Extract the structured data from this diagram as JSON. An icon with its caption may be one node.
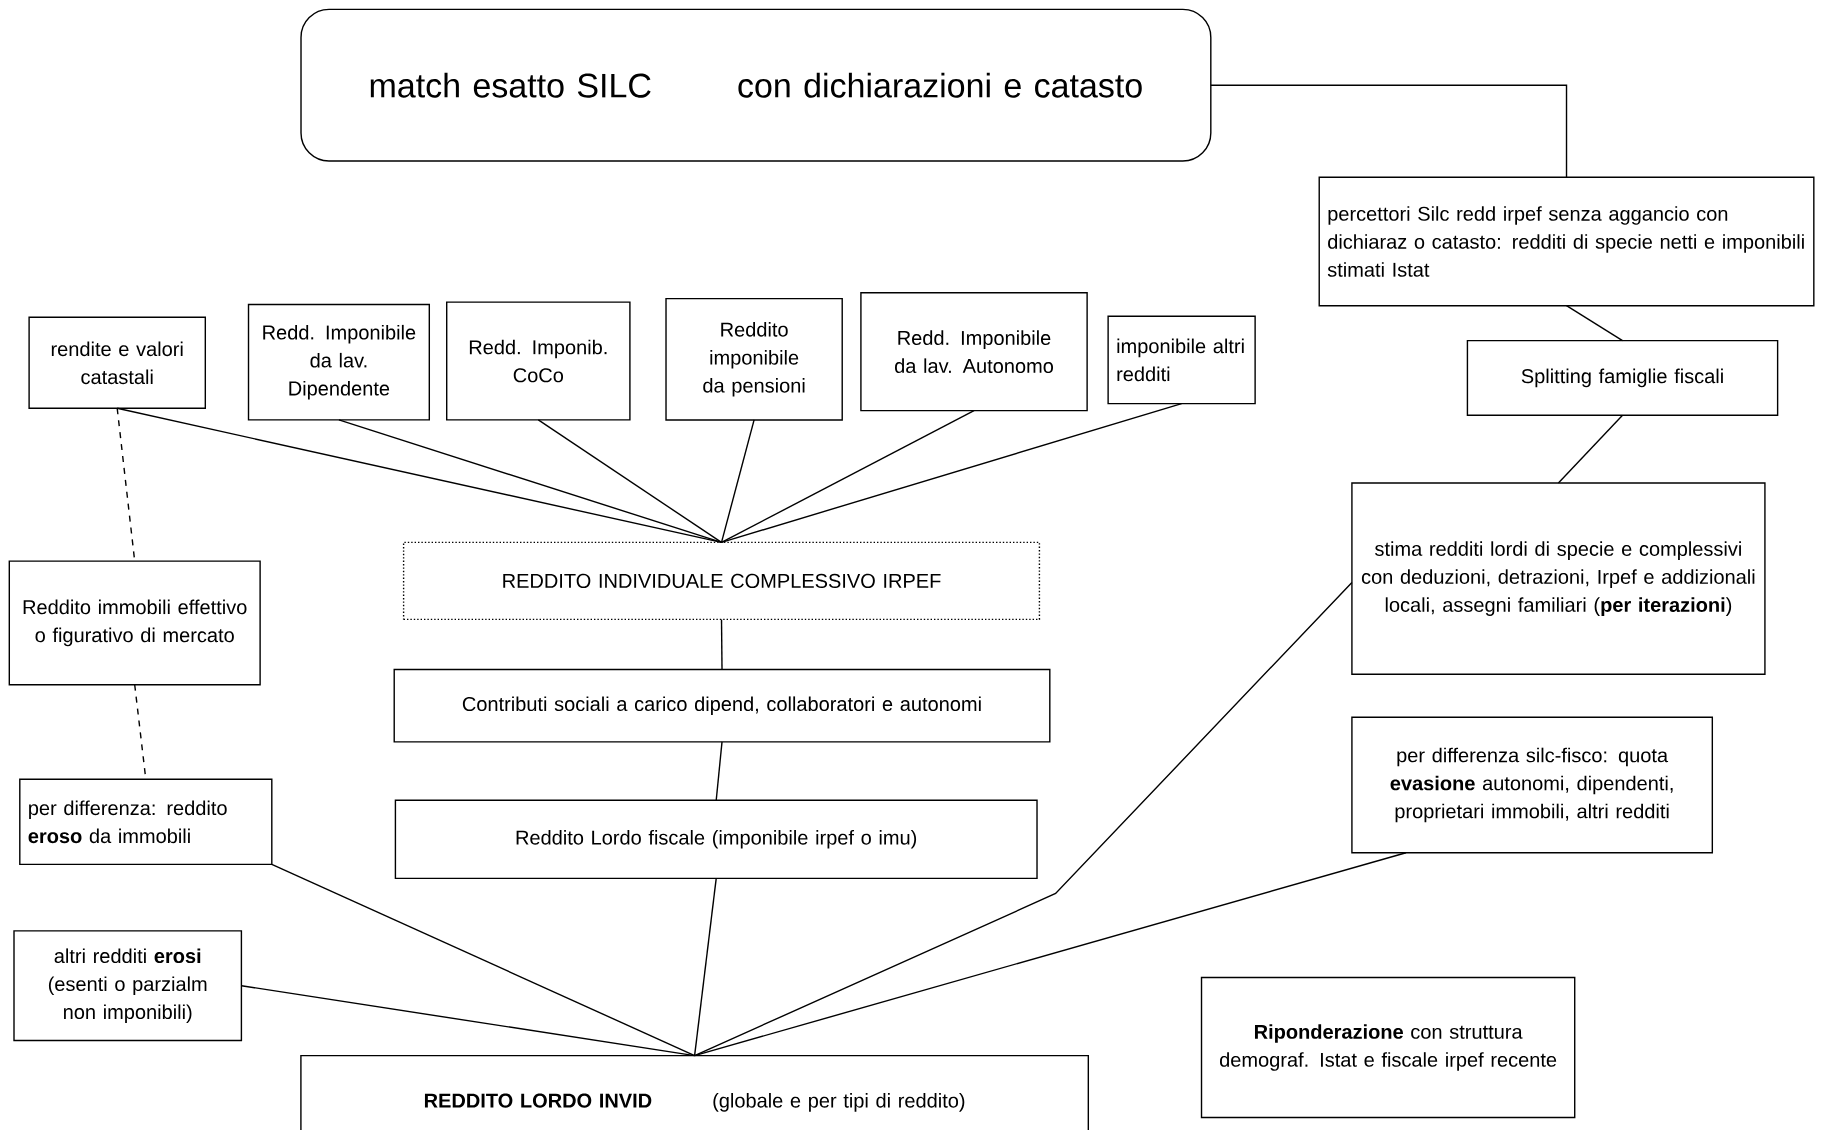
{
  "diagram": {
    "nodes": [
      {
        "text": [
          "match esatto SILC",
          "con dichiarazioni e catasto"
        ]
      },
      {
        "text": [
          "percettori Silc redd irpef senza aggancio con dichiaraz o catasto: redditi di specie netti e imponibili stimati Istat"
        ]
      },
      {
        "text": [
          "Splitting famiglie fiscali"
        ]
      },
      {
        "text": [
          "stima redditi lordi di specie e complessivi con deduzioni, detrazioni, Irpef e addizionali locali, assegni familiari (**per iterazioni**)"
        ]
      },
      {
        "text": [
          "rendite e valori catastali"
        ]
      },
      {
        "text": [
          "Redd. Imponibile da lav. Dipendente"
        ]
      },
      {
        "text": [
          "Redd. Imponib. CoCo"
        ]
      },
      {
        "text": [
          "Reddito imponibile da pensioni"
        ]
      },
      {
        "text": [
          "Redd. Imponibile da lav. Autonomo"
        ]
      },
      {
        "text": [
          "imponibile altri redditi"
        ]
      },
      {
        "text": [
          "REDDITO INDIVIDUALE COMPLESSIVO IRPEF"
        ]
      },
      {
        "text": [
          "Reddito immobili effettivo o figurativo di mercato"
        ]
      },
      {
        "text": [
          "Contributi sociali a carico dipend, collaboratori e autonomi"
        ]
      },
      {
        "text": [
          "per differenza: reddito **eroso** da immobili"
        ]
      },
      {
        "text": [
          "Reddito Lordo fiscale (imponibile irpef o imu)"
        ]
      },
      {
        "text": [
          "per differenza silc-fisco: quota **evasione** autonomi, dipendenti, proprietari immobili, altri redditi"
        ]
      },
      {
        "text": [
          "altri redditi **erosi** (esenti o parzialm non imponibili)"
        ]
      },
      {
        "text": [
          "**Riponderazione** con struttura demograf. Istat e fiscale irpef recente"
        ]
      },
      {
        "text": [
          "REDDITO LORDO INVID",
          "(globale e per tipi di reddito)"
        ]
      }
    ],
    "edges": [
      {
        "from": 0,
        "to": 1,
        "arrow": "none"
      },
      {
        "from": 1,
        "to": 2,
        "arrow": "none"
      },
      {
        "from": 2,
        "to": 3,
        "arrow": "none"
      },
      {
        "from": 4,
        "to": 10,
        "arrow": "none"
      },
      {
        "from": 5,
        "to": 10,
        "arrow": "none"
      },
      {
        "from": 6,
        "to": 10,
        "arrow": "none"
      },
      {
        "from": 7,
        "to": 10,
        "arrow": "none"
      },
      {
        "from": 8,
        "to": 10,
        "arrow": "none"
      },
      {
        "from": 9,
        "to": 10,
        "arrow": "none"
      },
      {
        "from": 10,
        "to": 12,
        "arrow": "none"
      },
      {
        "from": 12,
        "to": 14,
        "arrow": "none"
      },
      {
        "from": 4,
        "to": 11,
        "arrow": "none",
        "style": "dashed"
      },
      {
        "from": 11,
        "to": 13,
        "arrow": "none",
        "style": "dashed"
      },
      {
        "from": 13,
        "to": 18,
        "arrow": "none"
      },
      {
        "from": 16,
        "to": 18,
        "arrow": "none"
      },
      {
        "from": 14,
        "to": 18,
        "arrow": "none"
      },
      {
        "from": 3,
        "to": 18,
        "arrow": "none"
      },
      {
        "from": 15,
        "to": 18,
        "arrow": "none"
      }
    ]
  }
}
